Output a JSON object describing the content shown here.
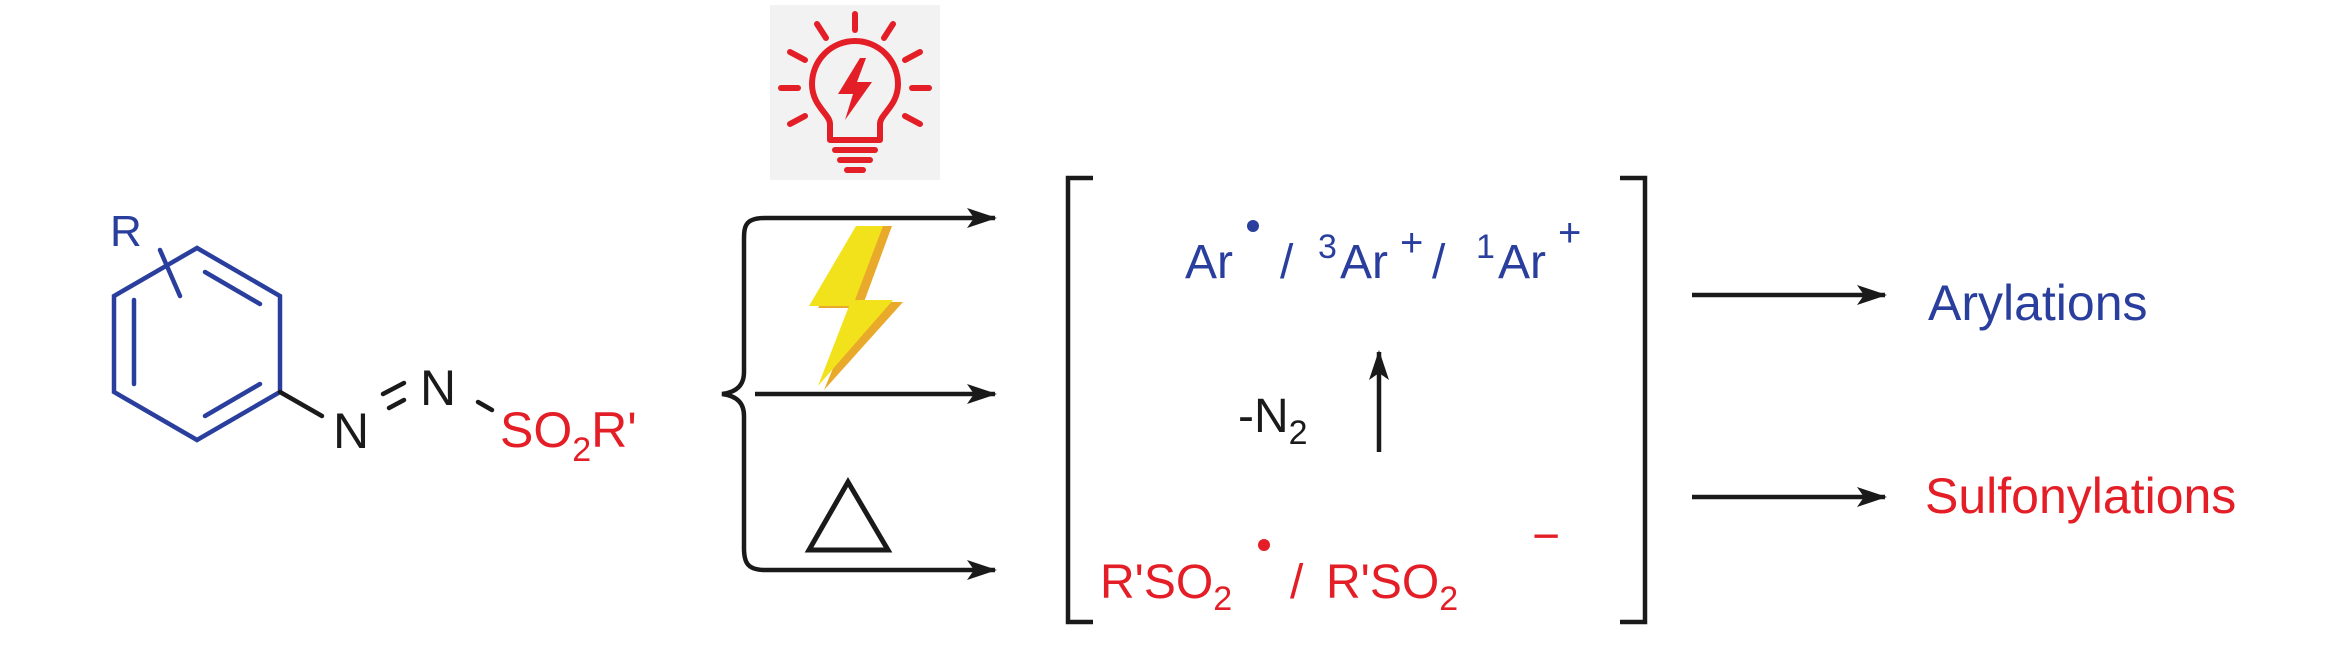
{
  "molecule": {
    "substituent": "R",
    "nitrogen_1": "N",
    "nitrogen_2": "N",
    "sulfonyl": {
      "s": "SO",
      "sub": "2",
      "r": "R'"
    }
  },
  "conditions": {
    "light": "light-bulb-icon",
    "electricity": "lightning-icon",
    "heat": "triangle-icon"
  },
  "intermediates": {
    "aryl": {
      "radical": "Ar",
      "sep1": "/",
      "triplet_sup": "3",
      "triplet": "Ar",
      "plus1": "+",
      "sep2": "/",
      "singlet_sup": "1",
      "singlet": "Ar",
      "plus2": "+"
    },
    "loss": {
      "prefix": "-N",
      "sub": "2"
    },
    "sulfonyl": {
      "radical": "R'SO",
      "radical_sub": "2",
      "sep": "/",
      "anion": "R'SO",
      "anion_sub": "2",
      "charge": "−"
    }
  },
  "products": {
    "arylations": "Arylations",
    "sulfonylations": "Sulfonylations"
  },
  "colors": {
    "blue": "#2a3f9d",
    "red": "#e41e26",
    "black": "#1a1a1a",
    "bolt_yellow": "#f2e21b",
    "bolt_orange": "#e9a92a"
  }
}
